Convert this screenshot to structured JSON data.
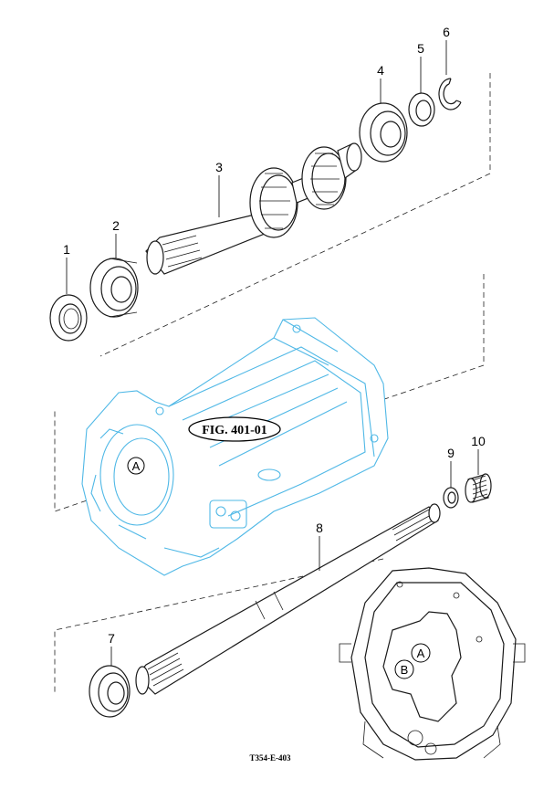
{
  "callouts": {
    "p1": "1",
    "p2": "2",
    "p3": "3",
    "p4": "4",
    "p5": "5",
    "p6": "6",
    "p7": "7",
    "p8": "8",
    "p9": "9",
    "p10": "10"
  },
  "figure_reference": "FIG. 401-01",
  "view_markers": {
    "a_left": "A",
    "a_right": "A",
    "b_right": "B"
  },
  "drawing_code": "T354-E-403",
  "colors": {
    "housing_outline": "#4fb8e6",
    "part_outline": "#1a1a1a"
  }
}
